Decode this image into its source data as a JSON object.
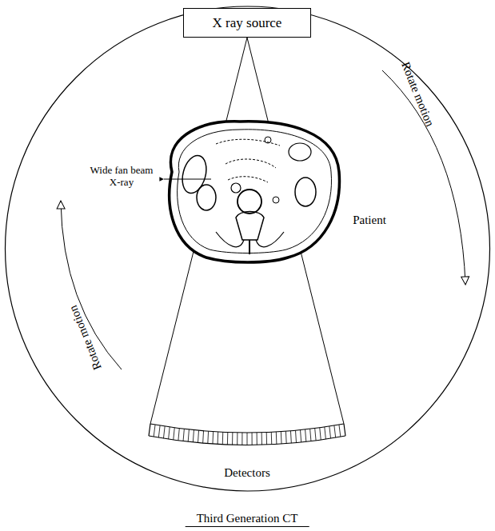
{
  "diagram": {
    "caption": "Third Generation CT",
    "nodes": [
      {
        "text": [
          "X ray source"
        ]
      }
    ],
    "labels": [
      "Wide fan beam X-ray",
      "Patient",
      "Rotate motion",
      "Rotate motion",
      "Detectors"
    ]
  }
}
